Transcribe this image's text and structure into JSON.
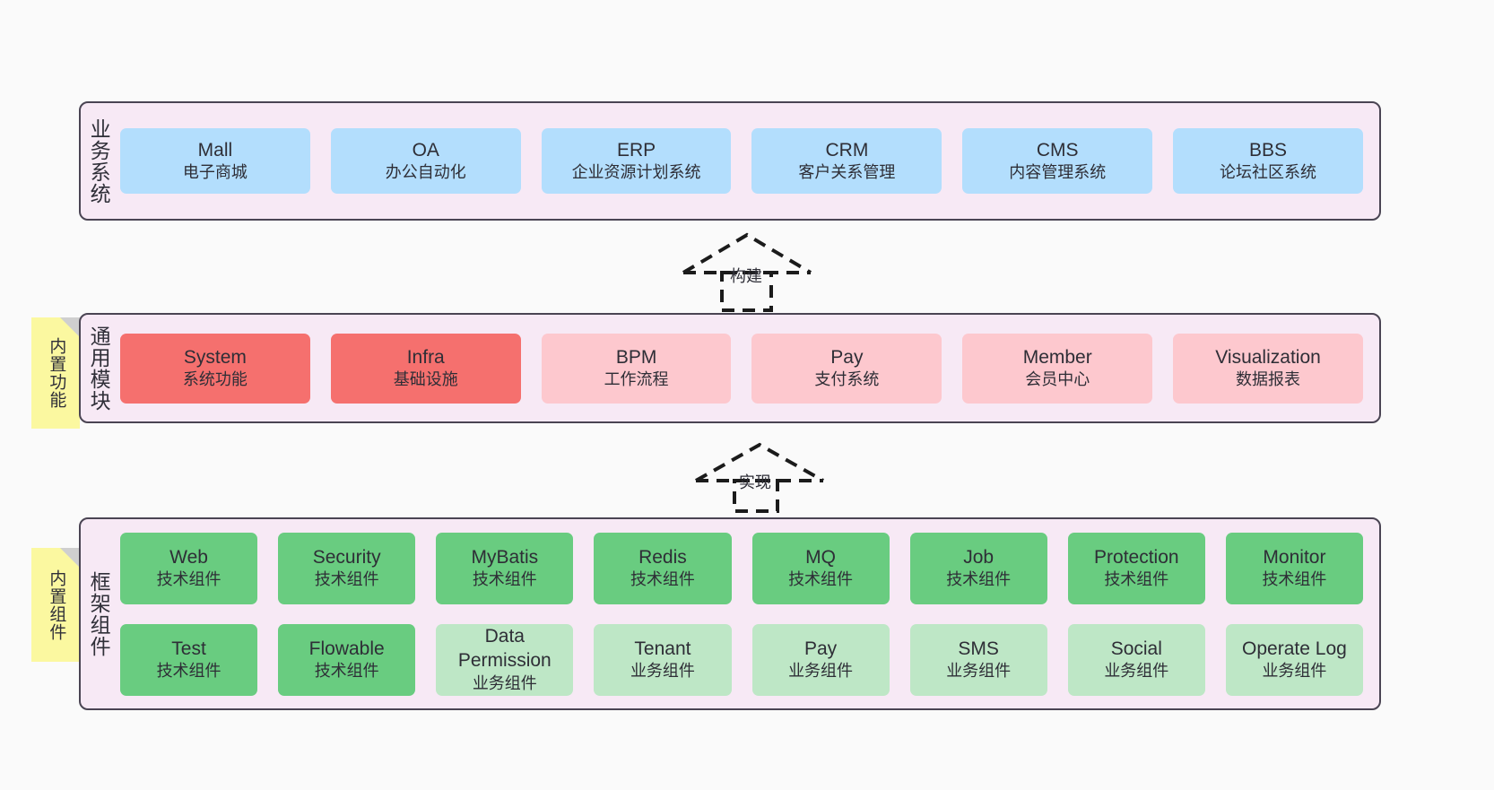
{
  "diagram": {
    "background": "#FAFAFA",
    "panel_bg": "#F7E9F5",
    "panel_border": "#4A4453",
    "sticky_bg": "#FBF8A0",
    "colors": {
      "blue": "#B3DEFD",
      "red": "#F5706E",
      "pink": "#FDC8CE",
      "green": "#69CC80",
      "green_light": "#BEE7C6"
    }
  },
  "layers": {
    "business": {
      "title": "业务系统",
      "cards": [
        {
          "title": "Mall",
          "sub": "电子商城"
        },
        {
          "title": "OA",
          "sub": "办公自动化"
        },
        {
          "title": "ERP",
          "sub": "企业资源计划系统"
        },
        {
          "title": "CRM",
          "sub": "客户关系管理"
        },
        {
          "title": "CMS",
          "sub": "内容管理系统"
        },
        {
          "title": "BBS",
          "sub": "论坛社区系统"
        }
      ]
    },
    "common": {
      "title": "通用模块",
      "sticky": "内置功能",
      "cards": [
        {
          "title": "System",
          "sub": "系统功能"
        },
        {
          "title": "Infra",
          "sub": "基础设施"
        },
        {
          "title": "BPM",
          "sub": "工作流程"
        },
        {
          "title": "Pay",
          "sub": "支付系统"
        },
        {
          "title": "Member",
          "sub": "会员中心"
        },
        {
          "title": "Visualization",
          "sub": "数据报表"
        }
      ]
    },
    "framework": {
      "title": "框架组件",
      "sticky": "内置组件",
      "row1": [
        {
          "title": "Web",
          "sub": "技术组件"
        },
        {
          "title": "Security",
          "sub": "技术组件"
        },
        {
          "title": "MyBatis",
          "sub": "技术组件"
        },
        {
          "title": "Redis",
          "sub": "技术组件"
        },
        {
          "title": "MQ",
          "sub": "技术组件"
        },
        {
          "title": "Job",
          "sub": "技术组件"
        },
        {
          "title": "Protection",
          "sub": "技术组件"
        },
        {
          "title": "Monitor",
          "sub": "技术组件"
        }
      ],
      "row2": [
        {
          "title": "Test",
          "sub": "技术组件"
        },
        {
          "title": "Flowable",
          "sub": "技术组件"
        },
        {
          "title": "Data Permission",
          "sub": "业务组件"
        },
        {
          "title": "Tenant",
          "sub": "业务组件"
        },
        {
          "title": "Pay",
          "sub": "业务组件"
        },
        {
          "title": "SMS",
          "sub": "业务组件"
        },
        {
          "title": "Social",
          "sub": "业务组件"
        },
        {
          "title": "Operate Log",
          "sub": "业务组件"
        }
      ]
    }
  },
  "connectors": {
    "build": {
      "label": "构建"
    },
    "implement": {
      "label": "实现"
    }
  }
}
